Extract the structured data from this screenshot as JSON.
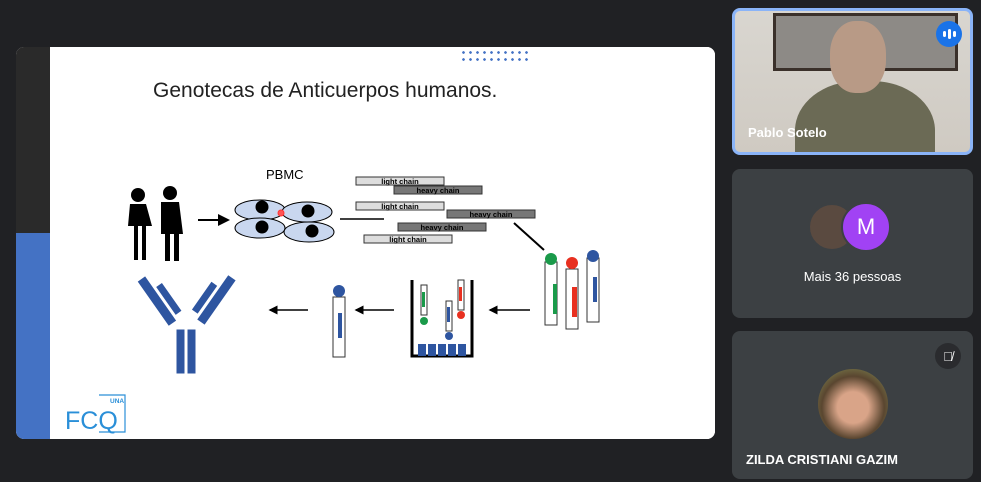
{
  "slide": {
    "title": "Genotecas de Anticuerpos humanos.",
    "pbmc_label": "PBMC",
    "chains": [
      "light chain",
      "heavy chain",
      "light chain",
      "heavy chain",
      "heavy chain",
      "light chain"
    ],
    "logo_text": "FCQ",
    "logo_sub": "UNA"
  },
  "participants": {
    "main": {
      "name": "Pablo Sotelo",
      "status": "speaking"
    },
    "group": {
      "label": "Mais 36 pessoas",
      "avatar_letter": "M",
      "avatar_color": "#a142f4"
    },
    "third": {
      "name": "ZILDA CRISTIANI GAZIM",
      "status": "muted"
    }
  },
  "colors": {
    "accent": "#8ab4f8",
    "slide_blue": "#2e55a0"
  }
}
